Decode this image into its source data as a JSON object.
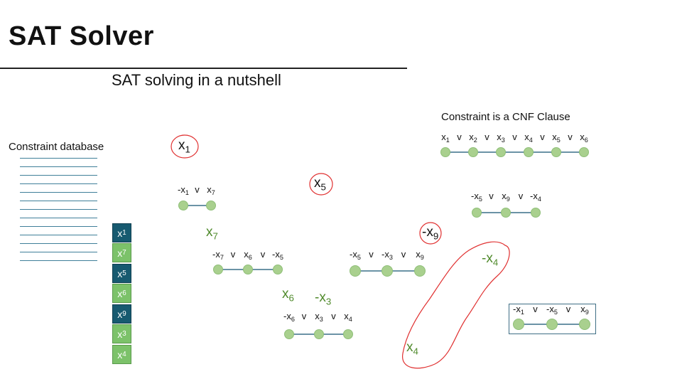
{
  "title": "SAT Solver",
  "subtitle": "SAT solving in a nutshell",
  "constraint_database_label": "Constraint database",
  "constraint_database_line_count": 13,
  "cnf_label": "Constraint is a CNF Clause",
  "or_symbol": "v",
  "trail": [
    {
      "neg": "",
      "var": "x",
      "sub": "1",
      "kind": "decision"
    },
    {
      "neg": "",
      "var": "x",
      "sub": "7",
      "kind": "implied"
    },
    {
      "neg": "",
      "var": "x",
      "sub": "5",
      "kind": "decision"
    },
    {
      "neg": "",
      "var": "x",
      "sub": "6",
      "kind": "implied"
    },
    {
      "neg": "-",
      "var": "x",
      "sub": "9",
      "kind": "decision"
    },
    {
      "neg": "-",
      "var": "x",
      "sub": "3",
      "kind": "implied"
    },
    {
      "neg": "",
      "var": "x",
      "sub": "4",
      "kind": "implied"
    }
  ],
  "clauses": [
    {
      "id": "cnf-example",
      "literals": [
        [
          "",
          "1"
        ],
        [
          "",
          "2"
        ],
        [
          "",
          "3"
        ],
        [
          "",
          "4"
        ],
        [
          "",
          "5"
        ],
        [
          "",
          "6"
        ]
      ]
    },
    {
      "id": "clause-x5-x9-x4",
      "literals": [
        [
          "-",
          "5"
        ],
        [
          "",
          "9"
        ],
        [
          "-",
          "4"
        ]
      ]
    },
    {
      "id": "clause-x1-x7",
      "literals": [
        [
          "-",
          "1"
        ],
        [
          "",
          "7"
        ]
      ]
    },
    {
      "id": "clause-x7-x6-x5",
      "literals": [
        [
          "-",
          "7"
        ],
        [
          "",
          "6"
        ],
        [
          "-",
          "5"
        ]
      ]
    },
    {
      "id": "clause-x5-x3-x9",
      "literals": [
        [
          "-",
          "5"
        ],
        [
          "-",
          "3"
        ],
        [
          "",
          "9"
        ]
      ]
    },
    {
      "id": "clause-x6-x3-x4",
      "literals": [
        [
          "-",
          "6"
        ],
        [
          "",
          "3"
        ],
        [
          "",
          "4"
        ]
      ]
    },
    {
      "id": "learned-clause-x1-x5-x9",
      "literals": [
        [
          "-",
          "1"
        ],
        [
          "-",
          "5"
        ],
        [
          "",
          "9"
        ]
      ]
    }
  ],
  "decisions": [
    {
      "neg": "",
      "sub": "1"
    },
    {
      "neg": "",
      "sub": "5"
    },
    {
      "neg": "-",
      "sub": "9"
    }
  ],
  "implications": [
    {
      "neg": "",
      "sub": "7"
    },
    {
      "neg": "",
      "sub": "6"
    },
    {
      "neg": "-",
      "sub": "3"
    },
    {
      "neg": "-",
      "sub": "4"
    },
    {
      "neg": "",
      "sub": "4"
    }
  ],
  "colors": {
    "decision": "#175a70",
    "implied": "#7cc26a",
    "node": "#a9d08e",
    "conflict_ink": "#e03030",
    "implied_text": "#4f8a2b"
  }
}
